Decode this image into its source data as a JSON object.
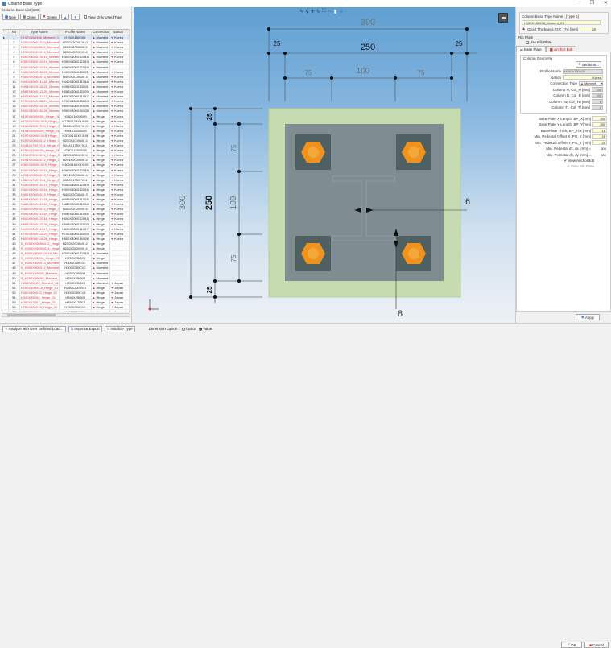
{
  "window": {
    "title": "Column Base Type",
    "controls": [
      "–",
      "❐",
      "✕"
    ]
  },
  "left_panel": {
    "group_label": "Column Base List [100]",
    "toolbar": {
      "new": "New",
      "clone": "Clone",
      "delete": "Delete",
      "up": "▲",
      "down": "▼",
      "view_only_used": "View Only Used Type"
    },
    "columns": [
      "No",
      "Type Name",
      "Profile Name",
      "Connection",
      "Nation"
    ],
    "rows": [
      {
        "no": "1",
        "type": "H150X150X06_Moment_01",
        "profile": "H150X150X06",
        "conn": "Moment",
        "nation": "Korea",
        "selected": true
      },
      {
        "no": "2",
        "type": "H200X200X7X10_Moment_01",
        "profile": "H200X200X7X10",
        "conn": "Moment",
        "nation": "Korea"
      },
      {
        "no": "3",
        "type": "H200X200X8X12_Moment_01",
        "profile": "H200X200X8X12",
        "conn": "Moment",
        "nation": "Korea"
      },
      {
        "no": "4",
        "type": "H250X250X9X14_Moment_01",
        "profile": "H250X250X9X14",
        "conn": "Moment",
        "nation": "Korea"
      },
      {
        "no": "5",
        "type": "H300X300X10X15_Moment_01",
        "profile": "H300X300X10X15",
        "conn": "Moment",
        "nation": "Korea"
      },
      {
        "no": "6",
        "type": "H350X350X12X19_Moment_01",
        "profile": "H350X350X12X19",
        "conn": "Moment",
        "nation": "Korea"
      },
      {
        "no": "7",
        "type": "H300X300X12X19_Moment_02",
        "profile": "H300X300X12X19",
        "conn": "Moment",
        "nation": ""
      },
      {
        "no": "8",
        "type": "H400X400X13X21_Moment_01",
        "profile": "H400X400X13X21",
        "conn": "Moment",
        "nation": "Korea"
      },
      {
        "no": "9",
        "type": "H400X200X8X13_Moment_01",
        "profile": "H400X200X8X13",
        "conn": "Moment",
        "nation": "Korea"
      },
      {
        "no": "10",
        "type": "H440X300X11X18_Moment_01",
        "profile": "H440X300X11X18",
        "conn": "Moment",
        "nation": "Korea"
      },
      {
        "no": "11",
        "type": "H494X302X13X21_Moment_01",
        "profile": "H494X302X13X21",
        "conn": "Moment",
        "nation": "Korea"
      },
      {
        "no": "12",
        "type": "H588X300X12X20_Moment_01",
        "profile": "H588X300X12X20",
        "conn": "Moment",
        "nation": "Korea"
      },
      {
        "no": "13",
        "type": "H600X200X11X17_Moment_01",
        "profile": "H600X200X11X17",
        "conn": "Moment",
        "nation": "Korea"
      },
      {
        "no": "14",
        "type": "H700X300X13X24_Moment_01",
        "profile": "H700X300X13X24",
        "conn": "Moment",
        "nation": "Korea"
      },
      {
        "no": "15",
        "type": "H800X300X14X26_Moment_01",
        "profile": "H800X300X14X26",
        "conn": "Moment",
        "nation": "Korea"
      },
      {
        "no": "16",
        "type": "H900X300X16X28_Moment_01",
        "profile": "H900X300X16X28",
        "conn": "Moment",
        "nation": "Korea"
      },
      {
        "no": "17",
        "type": "H150X100X6X9_Hinge_01",
        "profile": "H150X100X6X9",
        "conn": "Hinge",
        "nation": "Korea"
      },
      {
        "no": "18",
        "type": "H125X125X6.5X9_Hinge_01",
        "profile": "H125X125X6.5X9",
        "conn": "Hinge",
        "nation": "Korea"
      },
      {
        "no": "19",
        "type": "H150X150X7X10_Hinge_01",
        "profile": "H150X150X7X10",
        "conn": "Hinge",
        "nation": "Korea"
      },
      {
        "no": "20",
        "type": "H194X150X6X9_Hinge_01",
        "profile": "H194X150X6X9",
        "conn": "Hinge",
        "nation": "Korea"
      },
      {
        "no": "21",
        "type": "H200X100X5.5X8_Hinge_01",
        "profile": "H200X100X5.5X8",
        "conn": "Hinge",
        "nation": "Korea"
      },
      {
        "no": "22",
        "type": "H200X200X8X12_Hinge_01",
        "profile": "H200X200X8X12",
        "conn": "Hinge",
        "nation": "Korea"
      },
      {
        "no": "23",
        "type": "H244X175X7X11_Hinge_01",
        "profile": "H244X175X7X11",
        "conn": "Hinge",
        "nation": "Korea"
      },
      {
        "no": "24",
        "type": "H250X125X6X9_Hinge_01",
        "profile": "H250X125X6X9",
        "conn": "Hinge",
        "nation": "Korea"
      },
      {
        "no": "25",
        "type": "H250X250X9X14_Hinge_01",
        "profile": "H250X250X9X14",
        "conn": "Hinge",
        "nation": "Korea"
      },
      {
        "no": "26",
        "type": "H294X200X8X12_Hinge_01",
        "profile": "H294X200X8X12",
        "conn": "Hinge",
        "nation": "Korea"
      },
      {
        "no": "27",
        "type": "H300X150X6.5X9_Hinge_01",
        "profile": "H300X150X6.5X9",
        "conn": "Hinge",
        "nation": "Korea"
      },
      {
        "no": "28",
        "type": "H300X300X10X15_Hinge_01",
        "profile": "H300X300X10X15",
        "conn": "Hinge",
        "nation": "Korea"
      },
      {
        "no": "29",
        "type": "H294X200X8X14_Hinge_01",
        "profile": "H294X200X8X14",
        "conn": "Hinge",
        "nation": "Korea"
      },
      {
        "no": "30",
        "type": "H350X175X7X11_Hinge_01",
        "profile": "H350X175X7X11",
        "conn": "Hinge",
        "nation": "Korea"
      },
      {
        "no": "31",
        "type": "H350X350X12X19_Hinge_01",
        "profile": "H350X350X12X19",
        "conn": "Hinge",
        "nation": "Korea"
      },
      {
        "no": "32",
        "type": "H400X300X10X16_Hinge_01",
        "profile": "H400X300X10X16",
        "conn": "Hinge",
        "nation": "Korea"
      },
      {
        "no": "33",
        "type": "H400X200X8X13_Hinge_01",
        "profile": "H400X200X8X13",
        "conn": "Hinge",
        "nation": "Korea"
      },
      {
        "no": "34",
        "type": "H488X300X11X18_Hinge_01",
        "profile": "H488X300X11X18",
        "conn": "Hinge",
        "nation": "Korea"
      },
      {
        "no": "35",
        "type": "H482X300X11X18_Hinge_01",
        "profile": "H482X300X11X18",
        "conn": "Hinge",
        "nation": "Korea"
      },
      {
        "no": "36",
        "type": "H450X200X9X14_Hinge_01",
        "profile": "H450X200X9X14",
        "conn": "Hinge",
        "nation": "Korea"
      },
      {
        "no": "37",
        "type": "H496X300X11X18_Hinge_01",
        "profile": "H496X300X11X18",
        "conn": "Hinge",
        "nation": "Korea"
      },
      {
        "no": "38",
        "type": "H500X200X10X16_Hinge_01",
        "profile": "H500X200X10X16",
        "conn": "Hinge",
        "nation": "Korea"
      },
      {
        "no": "39",
        "type": "H588X300X12X20_Hinge_01",
        "profile": "H588X300X12X20",
        "conn": "Hinge",
        "nation": "Korea"
      },
      {
        "no": "40",
        "type": "H600X200X11X17_Hinge_01",
        "profile": "H600X200X11X17",
        "conn": "Hinge",
        "nation": "Korea"
      },
      {
        "no": "41",
        "type": "H700X300X13X24_Hinge_01",
        "profile": "H700X300X13X24",
        "conn": "Hinge",
        "nation": "Korea"
      },
      {
        "no": "42",
        "type": "H800X300X14X26_Hinge_01",
        "profile": "H800X300X14X26",
        "conn": "Hinge",
        "nation": "Korea"
      },
      {
        "no": "43",
        "type": "S_H200X200X8X12_Hinge...",
        "profile": "H200X200X8X12",
        "conn": "Hinge",
        "nation": ""
      },
      {
        "no": "44",
        "type": "S_H250X250X9X14_Hinge_01",
        "profile": "H250X250X9X14",
        "conn": "Hinge",
        "nation": ""
      },
      {
        "no": "45",
        "type": "S_H300X300X10X15_Mo...",
        "profile": "H300X300X10X15",
        "conn": "Moment",
        "nation": ""
      },
      {
        "no": "46",
        "type": "S_H250X250X9_Hinge_01",
        "profile": "H250X250X9",
        "conn": "Hinge",
        "nation": ""
      },
      {
        "no": "47",
        "type": "S_H300X300X13_Moment_01",
        "profile": "H300X300X13",
        "conn": "Moment",
        "nation": ""
      },
      {
        "no": "48",
        "type": "S_H300X300X12_Moment_01",
        "profile": "H300X300X12",
        "conn": "Moment",
        "nation": ""
      },
      {
        "no": "49",
        "type": "S_H250X250X8_Moment_01",
        "profile": "H250X250X8",
        "conn": "Moment",
        "nation": ""
      },
      {
        "no": "50",
        "type": "S_H250X250X9_Moment_01",
        "profile": "H250X250X9",
        "conn": "Moment",
        "nation": ""
      },
      {
        "no": "51",
        "type": "H250X250X9_Moment_01",
        "profile": "H250X250X9",
        "conn": "Moment",
        "nation": "Japan"
      },
      {
        "no": "52",
        "type": "H200X100X5.5_Hinge_01",
        "profile": "H200X100X5.5",
        "conn": "Hinge",
        "nation": "Japan"
      },
      {
        "no": "53",
        "type": "H300X300X10_Hinge_01",
        "profile": "H300X300X10",
        "conn": "Hinge",
        "nation": "Japan"
      },
      {
        "no": "54",
        "type": "H340X250X9_Hinge_01",
        "profile": "H340X250X9",
        "conn": "Hinge",
        "nation": "Japan"
      },
      {
        "no": "55",
        "type": "H350X175X7_Hinge_01",
        "profile": "H350X175X7",
        "conn": "Hinge",
        "nation": "Japan"
      },
      {
        "no": "56",
        "type": "H750X300X13_Hinge_01",
        "profile": "H750X300X13",
        "conn": "Hinge",
        "nation": "Japan"
      },
      {
        "no": "57",
        "type": "H800X300X14_Hinge_01",
        "profile": "H800X300X14",
        "conn": "Hinge",
        "nation": "Japan"
      },
      {
        "no": "58",
        "type": "H300X150X6.5_Hinge_01",
        "profile": "H300X150X6.5",
        "conn": "Hinge",
        "nation": "Japan"
      }
    ]
  },
  "bottom": {
    "analyze": "Analyze with User Defined Load...",
    "import_export": "Import & Export",
    "initialize": "Initialize Type",
    "dim_option_label": "Dimension Option :",
    "dim_option_1": "Option",
    "dim_option_2": "Value"
  },
  "viewport": {
    "top_dims": {
      "overall": "300",
      "plate": "250",
      "edge_left": "25",
      "edge_right": "25",
      "bolt_left": "75",
      "bolt_mid": "100",
      "bolt_right": "75"
    },
    "left_dims": {
      "overall": "300",
      "plate": "250",
      "edge_top": "25",
      "edge_bottom": "25",
      "bolt_top": "75",
      "bolt_mid": "100",
      "bolt_bottom": "75"
    },
    "web_thk": "6",
    "flange_thk": "8",
    "colors": {
      "pedestal": "#c6dcb0",
      "plate": "#7f8c92",
      "bolt_pad": "#4f6063",
      "bolt": "#f0921c",
      "bolt_inner": "#f2a93a"
    }
  },
  "right_panel": {
    "type_name_label": "Column Base Type Name : [Type 1]",
    "type_name_value": "H150X150X06_Moment_01",
    "grout_label": "Grout Thickness, GR_Thk [mm]",
    "grout_value": "25",
    "rib_group": "Rib Plate",
    "use_rib": "Use Rib Plate",
    "tab_base": "Base Plate",
    "tab_anchor": "Anchor Bolt",
    "geom_group": "Column Geometry",
    "sections_btn": "Sections...",
    "profile_label": "Profile Name",
    "profile_value": "H150X150X06",
    "nation_label": "Nation",
    "nation_value": "Korea",
    "conn_label": "Connection Type",
    "conn_value": "Moment",
    "fields_gray": [
      {
        "label": "Column H, Col_H [mm]",
        "value": "150"
      },
      {
        "label": "Column B, Col_B [mm]",
        "value": "150"
      },
      {
        "label": "Column Tw, Col_Tw [mm]",
        "value": "6"
      },
      {
        "label": "Column Tf, Col_Tf [mm]",
        "value": "8"
      }
    ],
    "fields_yellow": [
      {
        "label": "Base Plate X Length, BP_X[mm]",
        "value": "250"
      },
      {
        "label": "Base Plate Y Length, BP_Y[mm]",
        "value": "250"
      },
      {
        "label": "BasePlate Thick, BP_Thk [mm]",
        "value": "18"
      },
      {
        "label": "Min. Pedestal Offset X, PO_X [mm]",
        "value": "25"
      },
      {
        "label": "Min. Pedestal Offset Y, PO_Y [mm]",
        "value": "25"
      }
    ],
    "fields_plain": [
      {
        "label": "Min. Pedestal dx, dx [mm] =",
        "value": "300"
      },
      {
        "label": "Min. Pedestal dy, dy [mm] =",
        "value": "300"
      }
    ],
    "view_anchor": "View AnchorBolt",
    "view_rib": "View Rib Plate",
    "apply": "Apply",
    "ok": "OK",
    "cancel": "Cancel"
  }
}
